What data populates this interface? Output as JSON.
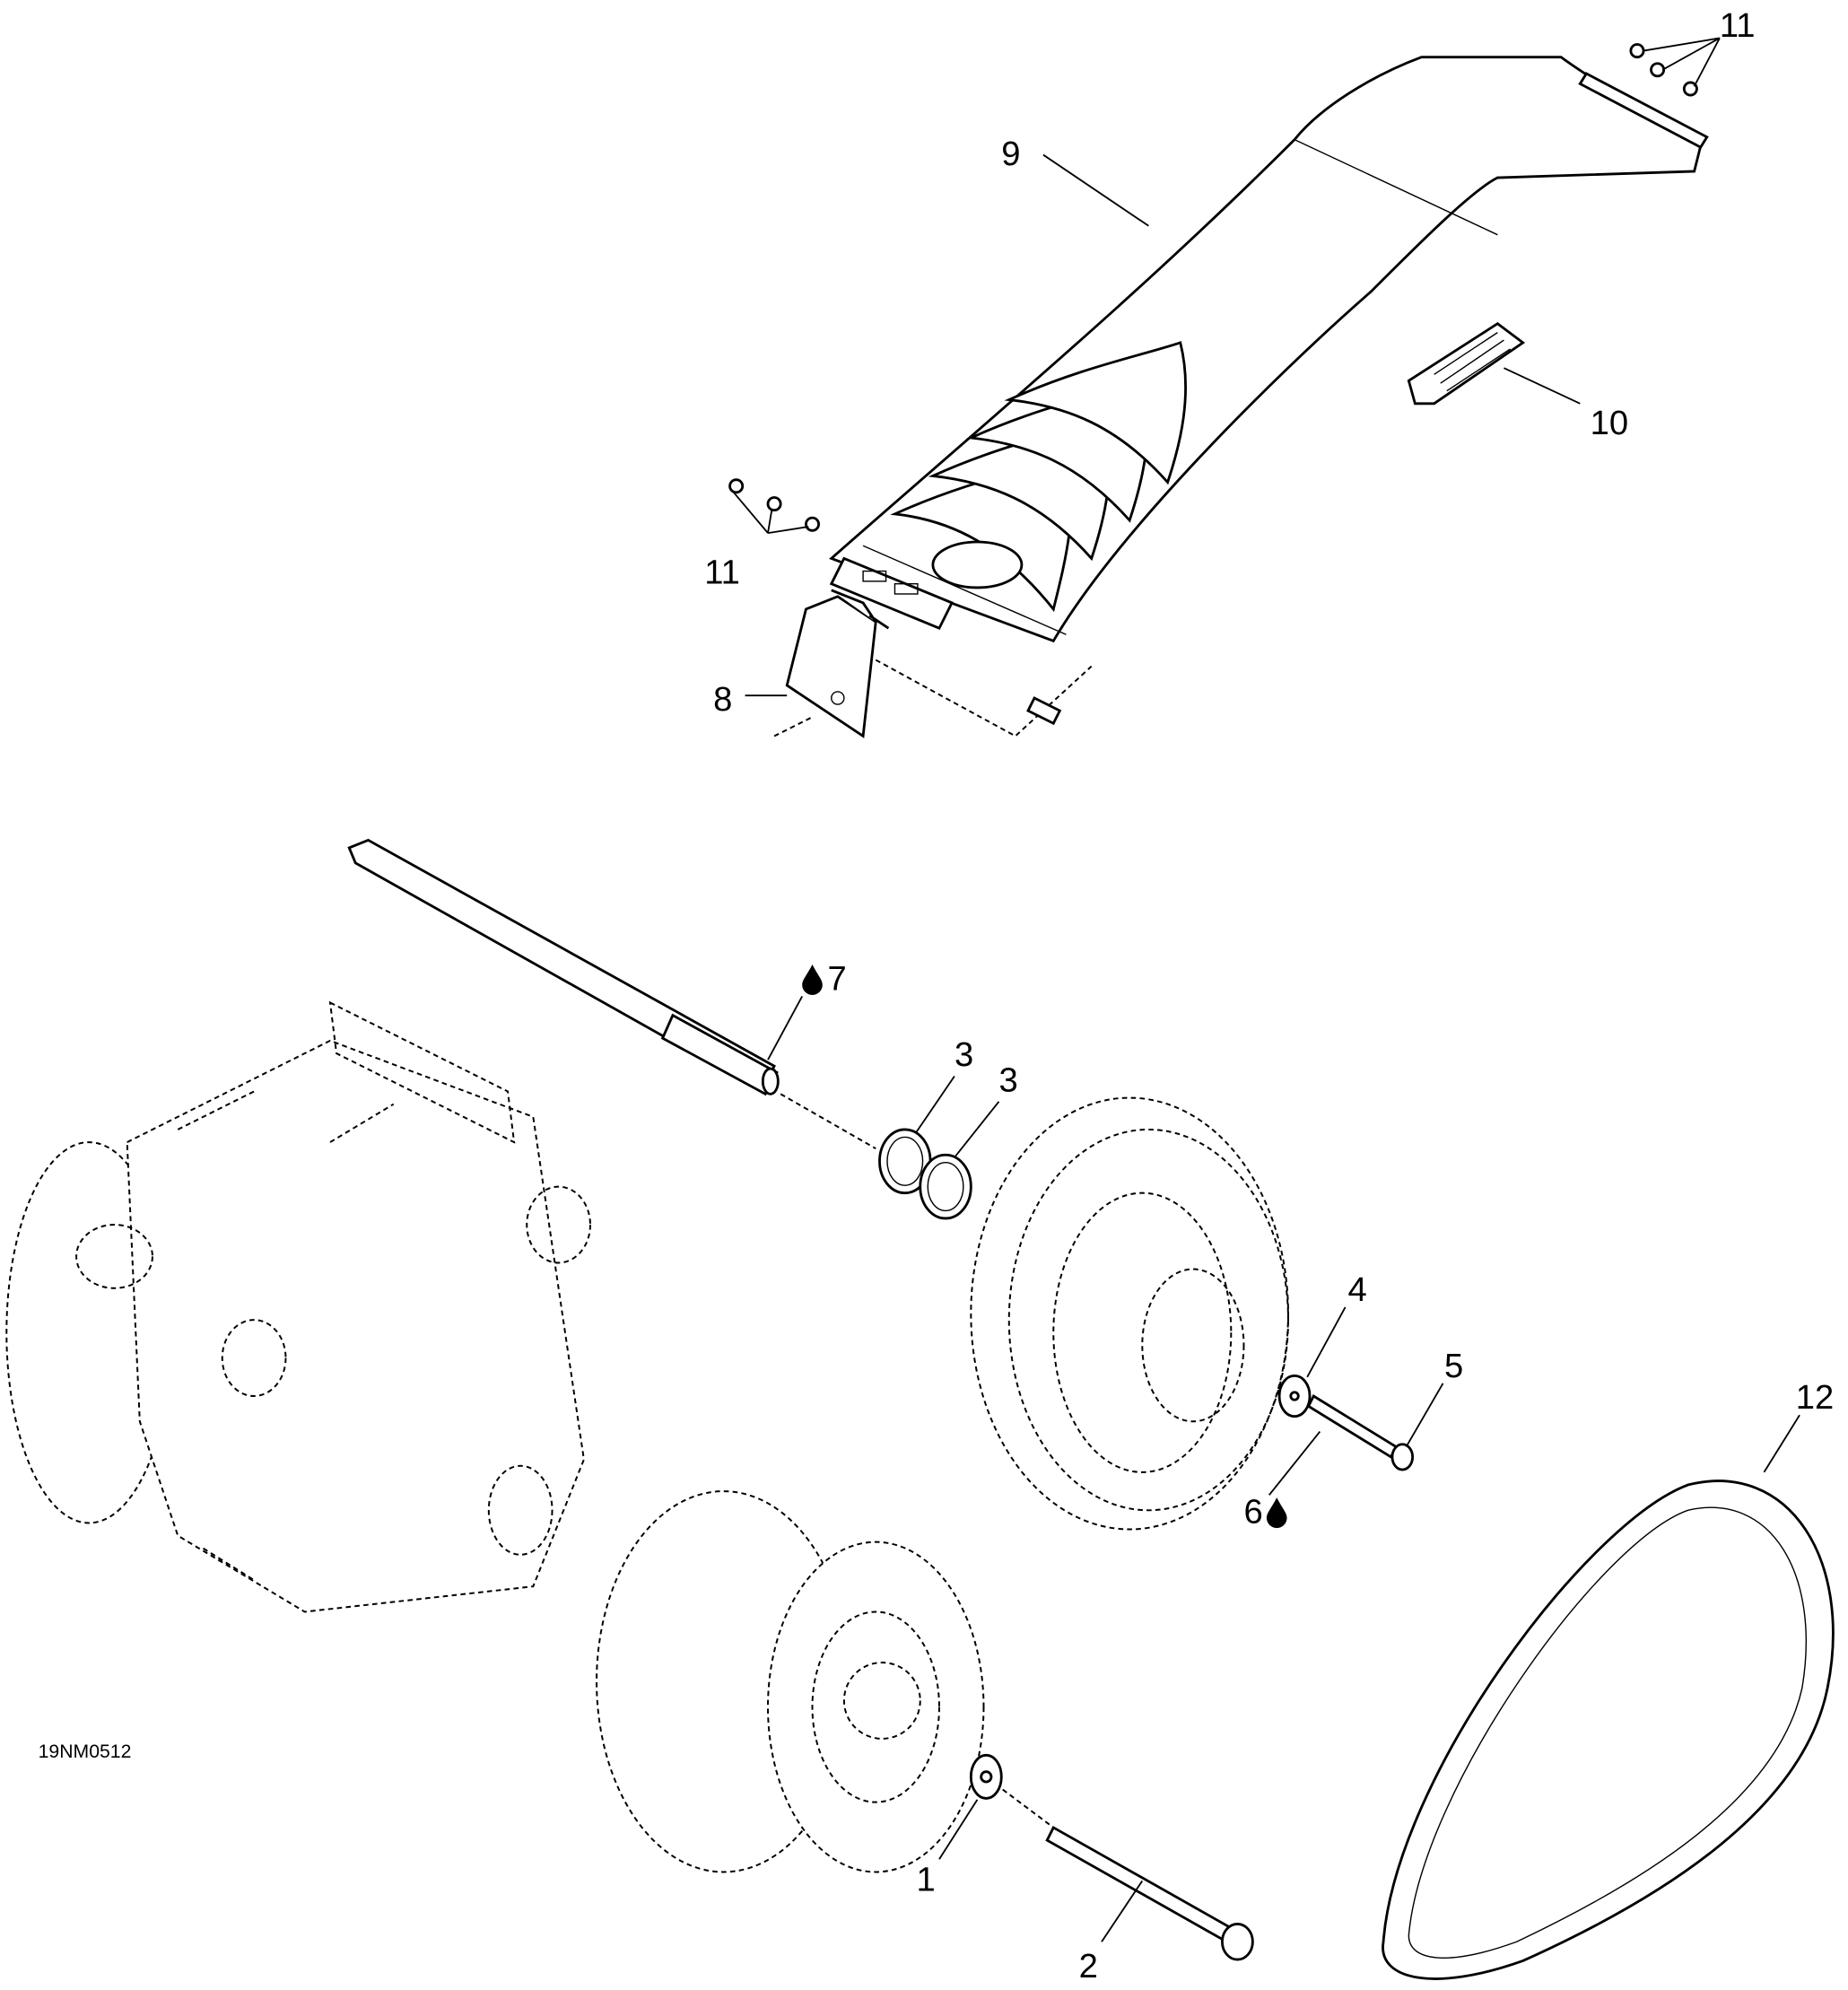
{
  "diagram": {
    "drawing_code": "19NM0512",
    "callouts": {
      "c1": "1",
      "c2": "2",
      "c3a": "3",
      "c3b": "3",
      "c4": "4",
      "c5": "5",
      "c6": "6",
      "c7": "7",
      "c8": "8",
      "c9": "9",
      "c10": "10",
      "c11_top": "11",
      "c11_left": "11",
      "c12": "12"
    },
    "icons": {
      "lubricant": "drop-icon"
    }
  }
}
